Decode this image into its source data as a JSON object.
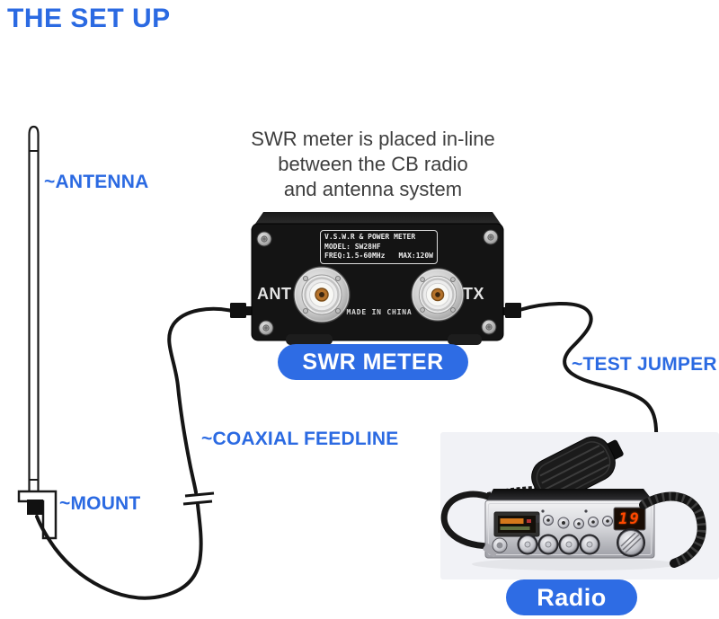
{
  "title": "THE SET UP",
  "colors": {
    "accent_blue": "#2b6ae2",
    "pill_blue": "#2e6ce4",
    "body_text": "#3e3e3e",
    "meter_black": "#141414",
    "display_red": "#ff4800"
  },
  "description": {
    "line1": "SWR meter is placed in-line",
    "line2": "between the CB radio",
    "line3": "and antenna system"
  },
  "labels": {
    "antenna": "~ANTENNA",
    "mount": "~MOUNT",
    "coaxial_feedline": "~COAXIAL FEEDLINE",
    "test_jumper": "~TEST JUMPER"
  },
  "badges": {
    "swr_meter": "SWR METER",
    "radio": "Radio"
  },
  "swr_meter": {
    "plate": {
      "line1": "V.S.W.R & POWER METER",
      "line2": "MODEL: SW28HF",
      "freq": "FREQ:1.5-60MHz",
      "max": "MAX:120W"
    },
    "ports": {
      "left": "ANT",
      "right": "TX"
    },
    "made_in": "MADE IN CHINA"
  },
  "radio": {
    "channel_display": "19"
  }
}
